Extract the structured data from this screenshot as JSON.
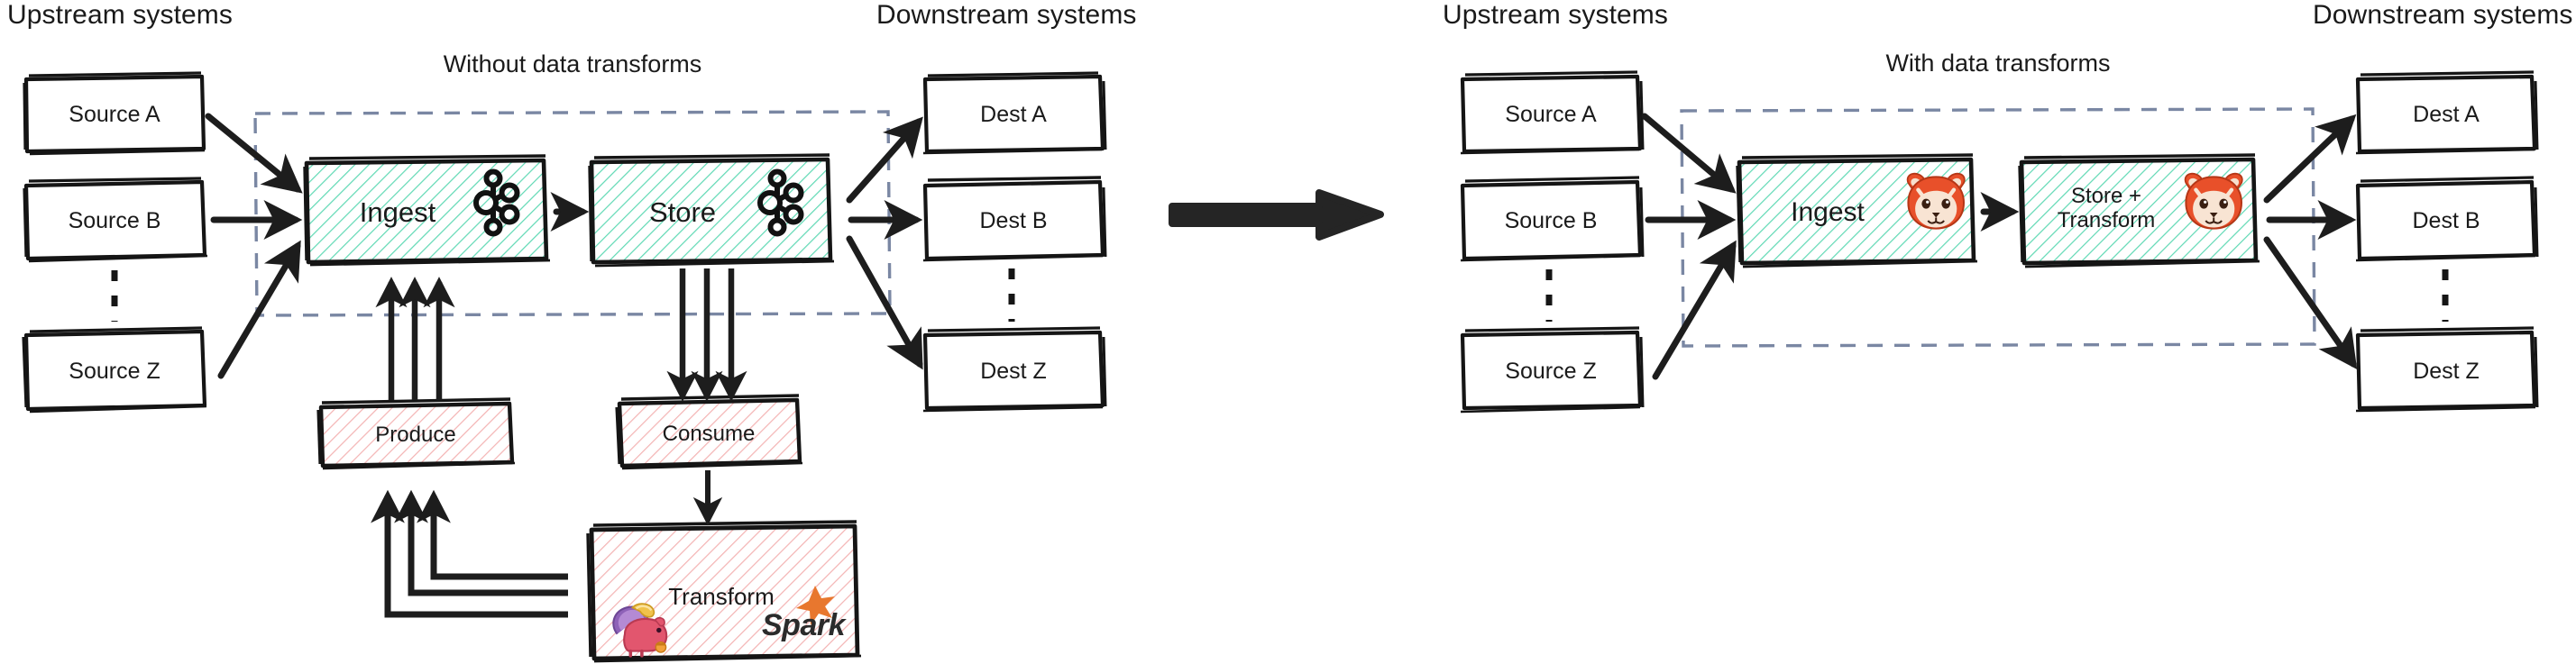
{
  "diagram": {
    "title_left": "Without data transforms",
    "title_right": "With data transforms",
    "accent_teal": "#3ecfa5",
    "accent_pink": "#f2a9a9",
    "boundary_color": "#7a87a3",
    "stroke_color": "#1a1a1a"
  },
  "left": {
    "upstream_header": "Upstream systems",
    "downstream_header": "Downstream systems",
    "section_title": "Without data transforms",
    "sources": [
      {
        "label": "Source A"
      },
      {
        "label": "Source B"
      },
      {
        "label": "Source Z"
      }
    ],
    "destinations": [
      {
        "label": "Dest A"
      },
      {
        "label": "Dest B"
      },
      {
        "label": "Dest Z"
      }
    ],
    "pipeline": [
      {
        "label": "Ingest",
        "icon": "kafka-icon"
      },
      {
        "label": "Store",
        "icon": "kafka-icon"
      }
    ],
    "produce": {
      "label": "Produce"
    },
    "consume": {
      "label": "Consume"
    },
    "transform": {
      "label": "Transform",
      "icons": [
        "flink-squirrel-icon",
        "spark-icon"
      ],
      "spark_wordmark": "Spark"
    }
  },
  "center": {
    "arrow": "big-right-arrow-icon"
  },
  "right": {
    "upstream_header": "Upstream systems",
    "downstream_header": "Downstream systems",
    "section_title": "With data transforms",
    "sources": [
      {
        "label": "Source A"
      },
      {
        "label": "Source B"
      },
      {
        "label": "Source Z"
      }
    ],
    "destinations": [
      {
        "label": "Dest A"
      },
      {
        "label": "Dest B"
      },
      {
        "label": "Dest Z"
      }
    ],
    "pipeline": [
      {
        "label": "Ingest",
        "icon": "redpanda-icon"
      },
      {
        "label": "Store +\nTransform",
        "label_line1": "Store +",
        "label_line2": "Transform",
        "icon": "redpanda-icon"
      }
    ]
  }
}
